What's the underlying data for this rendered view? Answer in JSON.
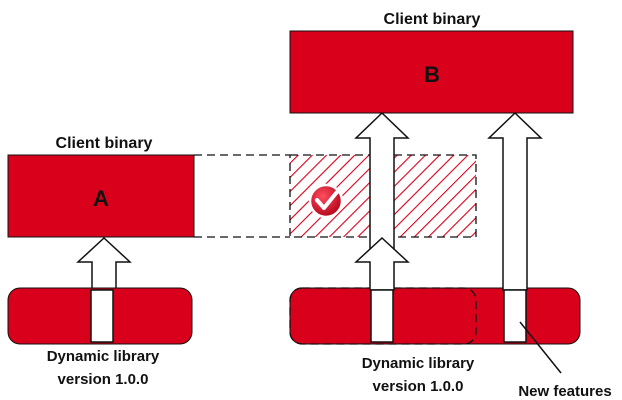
{
  "left": {
    "title": "Client binary",
    "box_label": "A",
    "library_line1": "Dynamic library",
    "library_line2": "version 1.0.0"
  },
  "right": {
    "title": "Client binary",
    "box_label": "B",
    "library_line1": "Dynamic library",
    "library_line2": "version 1.0.0",
    "new_features": "New features"
  },
  "colors": {
    "red": "#D9001B",
    "arrow_fill": "#ffffff",
    "stroke": "#111111",
    "check_badge": "#D9001B"
  },
  "icons": {
    "compatible": "checkmark-badge-icon"
  }
}
